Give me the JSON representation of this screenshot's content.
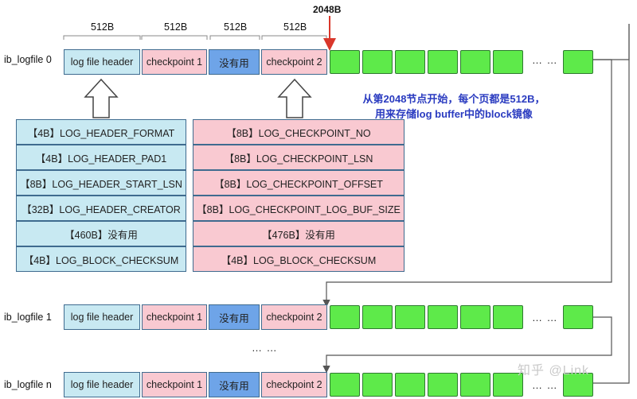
{
  "marker": {
    "offset": "2048B"
  },
  "size_labels": [
    "512B",
    "512B",
    "512B",
    "512B"
  ],
  "rows": [
    {
      "label": "ib_logfile 0",
      "header": "log file header",
      "checkpoint1": "checkpoint 1",
      "unused": "没有用",
      "checkpoint2": "checkpoint 2",
      "ellipsis": "… …"
    },
    {
      "label": "ib_logfile 1",
      "header": "log file header",
      "checkpoint1": "checkpoint 1",
      "unused": "没有用",
      "checkpoint2": "checkpoint 2",
      "ellipsis": "… …"
    },
    {
      "label": "ib_logfile n",
      "header": "log file header",
      "checkpoint1": "checkpoint 1",
      "unused": "没有用",
      "checkpoint2": "checkpoint 2",
      "ellipsis": "… …"
    }
  ],
  "middle_ellipsis": "… …",
  "note": {
    "line1": "从第2048节点开始，每个页都是512B，",
    "line2": "用来存储log buffer中的block镜像"
  },
  "header_fields": [
    "【4B】LOG_HEADER_FORMAT",
    "【4B】LOG_HEADER_PAD1",
    "【8B】LOG_HEADER_START_LSN",
    "【32B】LOG_HEADER_CREATOR",
    "【460B】没有用",
    "【4B】LOG_BLOCK_CHECKSUM"
  ],
  "checkpoint_fields": [
    "【8B】LOG_CHECKPOINT_NO",
    "【8B】LOG_CHECKPOINT_LSN",
    "【8B】LOG_CHECKPOINT_OFFSET",
    "【8B】LOG_CHECKPOINT_LOG_BUF_SIZE",
    "【476B】没有用",
    "【4B】LOG_BLOCK_CHECKSUM"
  ],
  "watermark": "知乎 @Link",
  "colors": {
    "header": "#c8e9f2",
    "checkpoint": "#f9c9d1",
    "unused": "#6ea4e8",
    "block": "#5eea4a",
    "note": "#2a3bc0",
    "marker_arrow": "#d9372b"
  }
}
